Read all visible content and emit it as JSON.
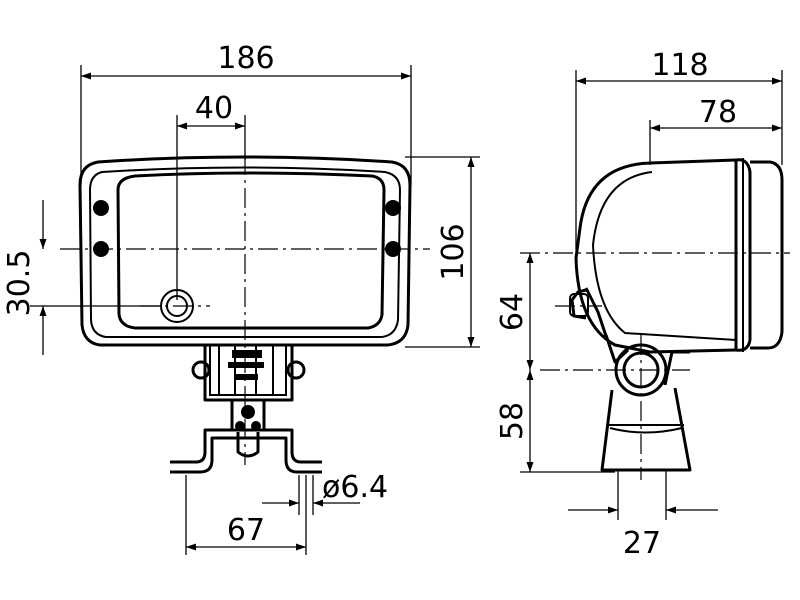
{
  "dimensions": {
    "overall_width": "186",
    "lens_offset": "40",
    "overall_height": "106",
    "lower_offset": "30.5",
    "bracket_spacing": "67",
    "hole_diameter": "ø6.4",
    "overall_depth": "118",
    "housing_depth": "78",
    "axis_height": "64",
    "pivot_height": "58",
    "base_width": "27"
  }
}
